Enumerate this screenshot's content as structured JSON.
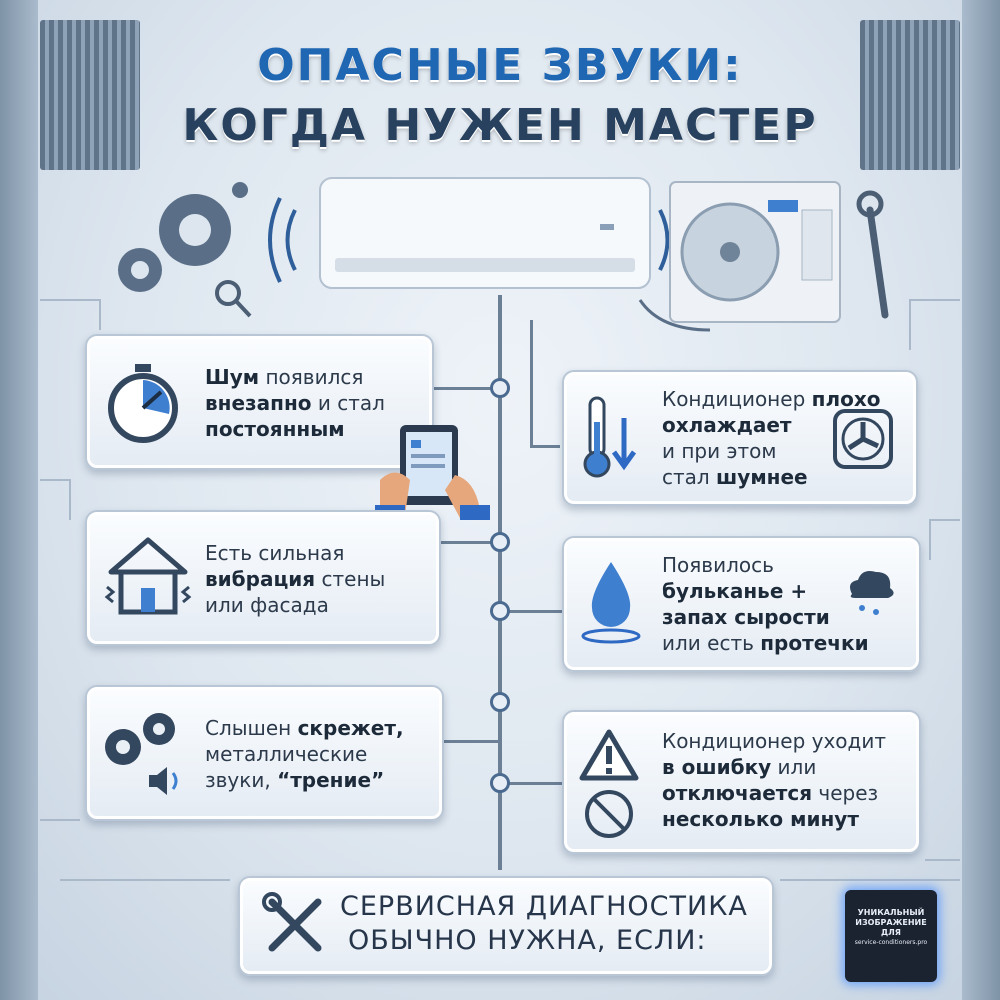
{
  "title": {
    "line1": "ОПАСНЫЕ ЗВУКИ:",
    "line2": "КОГДА НУЖЕН МАСТЕР"
  },
  "cards": {
    "left": [
      {
        "lines": [
          [
            {
              "t": "Шум",
              "b": true
            },
            {
              "t": " появился",
              "b": false
            }
          ],
          [
            {
              "t": "внезапно",
              "b": true
            },
            {
              "t": " и стал",
              "b": false
            }
          ],
          [
            {
              "t": "постоянным",
              "b": true
            }
          ]
        ],
        "icon": "stopwatch-icon"
      },
      {
        "lines": [
          [
            {
              "t": "Есть сильная",
              "b": false
            }
          ],
          [
            {
              "t": "вибрация",
              "b": true
            },
            {
              "t": " стены",
              "b": false
            }
          ],
          [
            {
              "t": "или фасада",
              "b": false
            }
          ]
        ],
        "icon": "house-vibration-icon"
      },
      {
        "lines": [
          [
            {
              "t": "Слышен ",
              "b": false
            },
            {
              "t": "скрежет,",
              "b": true
            }
          ],
          [
            {
              "t": "металлические",
              "b": false
            }
          ],
          [
            {
              "t": "звуки, ",
              "b": false
            },
            {
              "t": "“трение”",
              "b": true
            }
          ]
        ],
        "icon": "gears-icon"
      }
    ],
    "right": [
      {
        "lines": [
          [
            {
              "t": "Кондиционер ",
              "b": false
            },
            {
              "t": "плохо",
              "b": true
            }
          ],
          [
            {
              "t": "охлаждает",
              "b": true
            }
          ],
          [
            {
              "t": "и при этом",
              "b": false
            }
          ],
          [
            {
              "t": "стал ",
              "b": false
            },
            {
              "t": "шумнее",
              "b": true
            }
          ]
        ],
        "icon": "thermometer-icon"
      },
      {
        "lines": [
          [
            {
              "t": "Появилось",
              "b": false
            }
          ],
          [
            {
              "t": "бульканье +",
              "b": true
            }
          ],
          [
            {
              "t": "запах сырости",
              "b": true
            }
          ],
          [
            {
              "t": "или есть ",
              "b": false
            },
            {
              "t": "протечки",
              "b": true
            }
          ]
        ],
        "icon": "water-drop-icon"
      },
      {
        "lines": [
          [
            {
              "t": "Кондиционер уходит",
              "b": false
            }
          ],
          [
            {
              "t": "в ошибку",
              "b": true
            },
            {
              "t": " или",
              "b": false
            }
          ],
          [
            {
              "t": "отключается",
              "b": true
            },
            {
              "t": " через",
              "b": false
            }
          ],
          [
            {
              "t": "несколько минут",
              "b": true
            }
          ]
        ],
        "icon": "warning-icon"
      }
    ]
  },
  "bottom": {
    "line1": "СЕРВИСНАЯ ДИАГНОСТИКА",
    "line2": "ОБЫЧНО НУЖНА, ЕСЛИ:"
  },
  "badge": {
    "line1": "УНИКАЛЬНЫЙ",
    "line2": "ИЗОБРАЖЕНИЕ",
    "line3": "ДЛЯ",
    "line4": "service-conditioners.pro"
  },
  "colors": {
    "accent": "#1f66b3",
    "dark": "#27415f",
    "background": "#dde6ef"
  }
}
